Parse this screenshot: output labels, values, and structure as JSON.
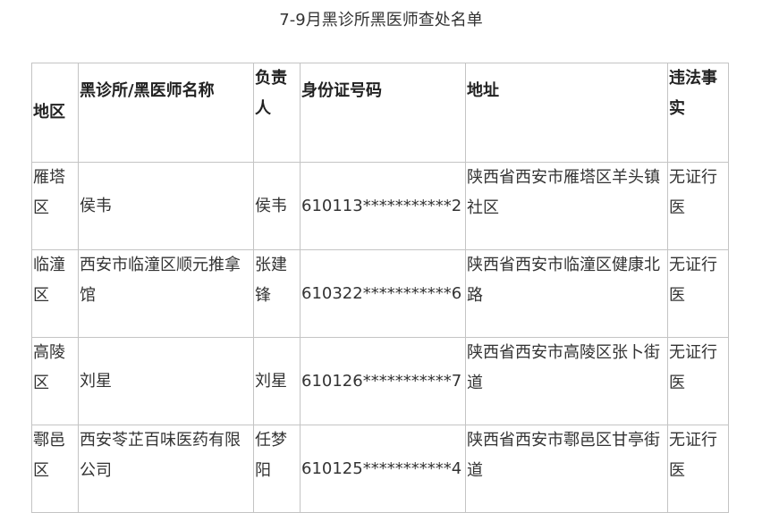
{
  "title": "7-9月黑诊所黑医师查处名单",
  "table": {
    "headers": [
      "地区",
      "黑诊所/黑医师名称",
      "负责人",
      "身份证号码",
      "地址",
      "违法事实"
    ],
    "rows": [
      [
        "雁塔区",
        "侯韦",
        "侯韦",
        "610113***********2",
        "陕西省西安市雁塔区羊头镇社区",
        "无证行医"
      ],
      [
        "临潼区",
        "西安市临潼区顺元推拿馆",
        "张建锋",
        "610322***********6",
        "陕西省西安市临潼区健康北路",
        "无证行医"
      ],
      [
        "高陵区",
        "刘星",
        "刘星",
        "610126***********7",
        "陕西省西安市高陵区张卜街道",
        "无证行医"
      ],
      [
        "鄠邑区",
        "西安苓芷百味医药有限公司",
        "任梦阳",
        "610125***********4",
        "陕西省西安市鄠邑区甘亭街道",
        "无证行医"
      ]
    ]
  }
}
